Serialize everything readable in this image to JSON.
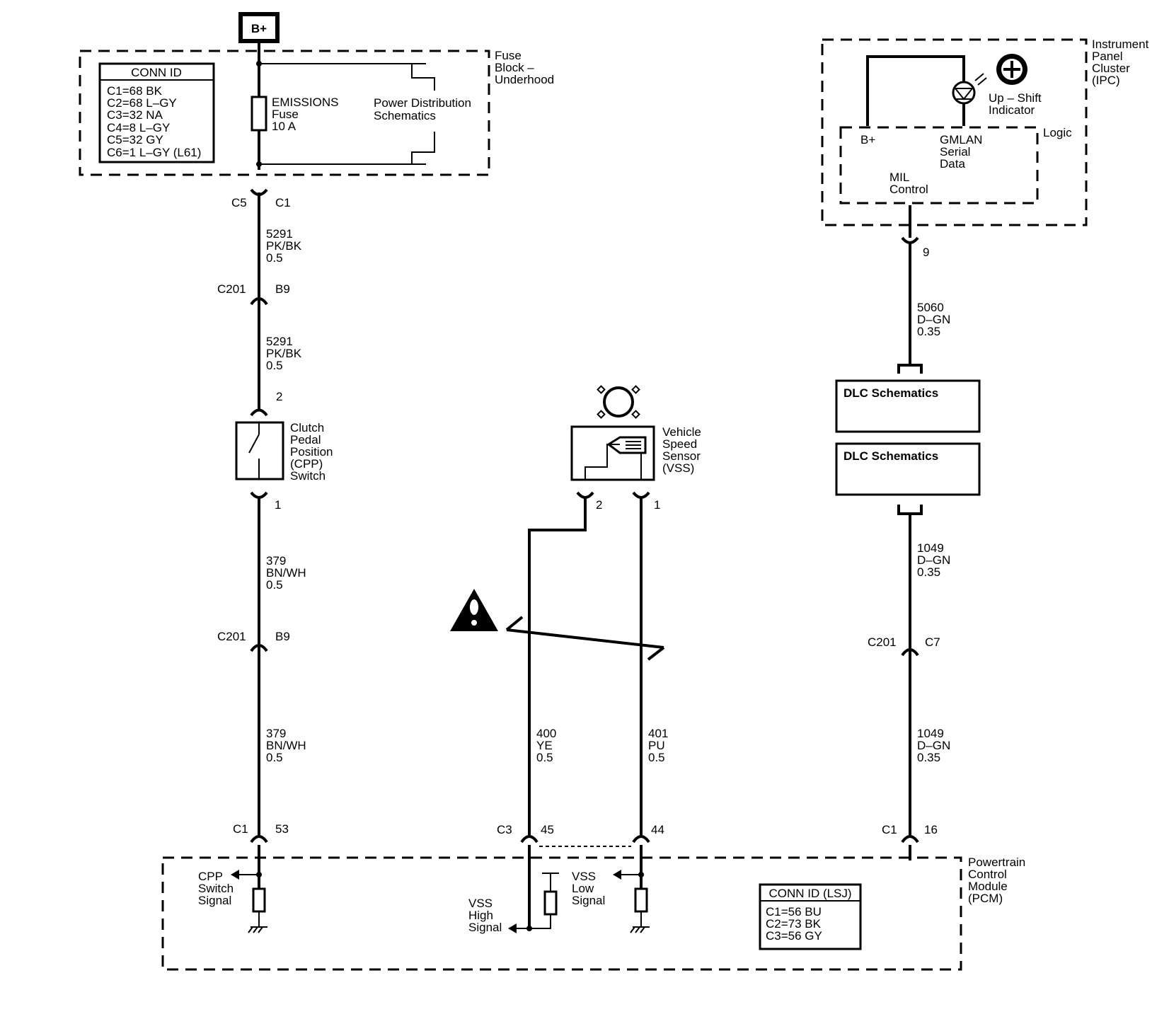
{
  "power": {
    "bplus": "B+"
  },
  "fuse_block": {
    "title": [
      "Fuse",
      "Block –",
      "Underhood"
    ],
    "conn_id_title": "CONN ID",
    "conn_ids": [
      "C1=68 BK",
      "C2=68 L–GY",
      "C3=32 NA",
      "C4=8 L–GY",
      "C5=32 GY",
      "C6=1 L–GY (L61)"
    ],
    "fuse_label": [
      "EMISSIONS",
      "Fuse",
      "10 A"
    ],
    "pd_label": [
      "Power Distribution",
      "Schematics"
    ]
  },
  "left_circuit": {
    "conn_c5": "C5",
    "conn_c1": "C1",
    "wire1": [
      "5291",
      "PK/BK",
      "0.5"
    ],
    "c201_a": "C201",
    "b9_a": "B9",
    "wire2": [
      "5291",
      "PK/BK",
      "0.5"
    ],
    "pin2": "2",
    "switch_label": [
      "Clutch",
      "Pedal",
      "Position",
      "(CPP)",
      "Switch"
    ],
    "pin1": "1",
    "wire3": [
      "379",
      "BN/WH",
      "0.5"
    ],
    "c201_b": "C201",
    "b9_b": "B9",
    "wire4": [
      "379",
      "BN/WH",
      "0.5"
    ],
    "pcm_conn": "C1",
    "pcm_pin": "53"
  },
  "vss": {
    "label": [
      "Vehicle",
      "Speed",
      "Sensor",
      "(VSS)"
    ],
    "pin2": "2",
    "pin1": "1",
    "wire400": [
      "400",
      "YE",
      "0.5"
    ],
    "wire401": [
      "401",
      "PU",
      "0.5"
    ],
    "pcm_conn": "C3",
    "pin45": "45",
    "pin44": "44"
  },
  "ipc": {
    "title": [
      "Instrument",
      "Panel",
      "Cluster",
      "(IPC)"
    ],
    "indicator": [
      "Up – Shift",
      "Indicator"
    ],
    "logic": "Logic",
    "bplus": "B+",
    "gmlan": [
      "GMLAN",
      "Serial",
      "Data"
    ],
    "mil": [
      "MIL",
      "Control"
    ],
    "pin9": "9",
    "wire5060": [
      "5060",
      "D–GN",
      "0.35"
    ],
    "dlc1": "DLC Schematics",
    "dlc2": "DLC Schematics",
    "wire1049a": [
      "1049",
      "D–GN",
      "0.35"
    ],
    "c201": "C201",
    "c7": "C7",
    "wire1049b": [
      "1049",
      "D–GN",
      "0.35"
    ],
    "pcm_conn": "C1",
    "pin16": "16"
  },
  "pcm": {
    "title": [
      "Powertrain",
      "Control",
      "Module",
      "(PCM)"
    ],
    "cpp_signal": [
      "CPP",
      "Switch",
      "Signal"
    ],
    "vss_high": [
      "VSS",
      "High",
      "Signal"
    ],
    "vss_low": [
      "VSS",
      "Low",
      "Signal"
    ],
    "conn_id_title": "CONN ID (LSJ)",
    "conn_ids": [
      "C1=56 BU",
      "C2=73 BK",
      "C3=56 GY"
    ]
  }
}
